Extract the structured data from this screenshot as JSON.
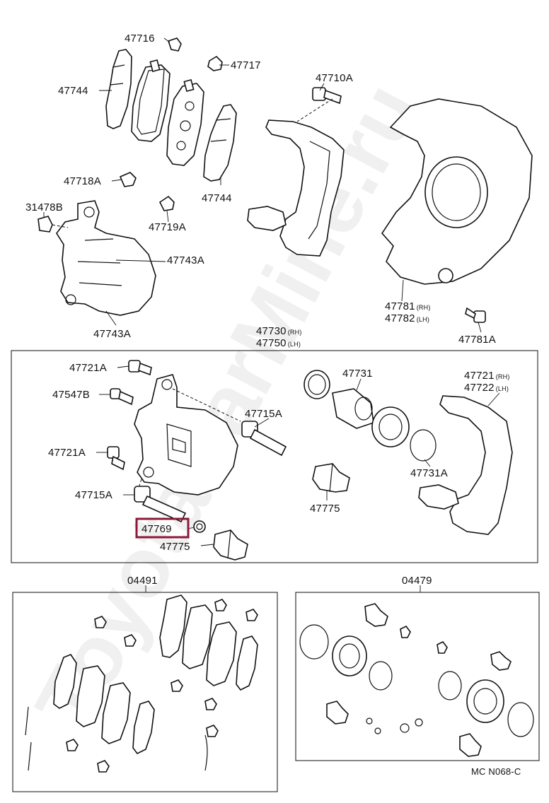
{
  "watermark": "ToyotaCarMine.ru",
  "drawing_code": "MC N068-C",
  "highlight": {
    "part": "47769",
    "color": "#8b1a3a"
  },
  "group_labels": {
    "assembly_line1": "47730",
    "assembly_line1_suffix": "(RH)",
    "assembly_line2": "47750",
    "assembly_line2_suffix": "(LH)",
    "pad_kit": "04491",
    "seal_kit": "04479"
  },
  "callouts": {
    "p47716": "47716",
    "p47717": "47717",
    "p47744_top": "47744",
    "p47744_mid": "47744",
    "p47710A": "47710A",
    "p47718A": "47718A",
    "p31478B": "31478B",
    "p47719A": "47719A",
    "p47743A_a": "47743A",
    "p47743A_b": "47743A",
    "p47781_line": "47781",
    "p47781_suffix": "(RH)",
    "p47782_line": "47782",
    "p47782_suffix": "(LH)",
    "p47781A": "47781A",
    "p47721A_a": "47721A",
    "p47547B": "47547B",
    "p47721A_b": "47721A",
    "p47715A_a": "47715A",
    "p47715A_b": "47715A",
    "p47769": "47769",
    "p47775_a": "47775",
    "p47775_b": "47775",
    "p47731": "47731",
    "p47731A": "47731A",
    "p47721_line": "47721",
    "p47721_suffix": "(RH)",
    "p47722_line": "47722",
    "p47722_suffix": "(LH)"
  }
}
